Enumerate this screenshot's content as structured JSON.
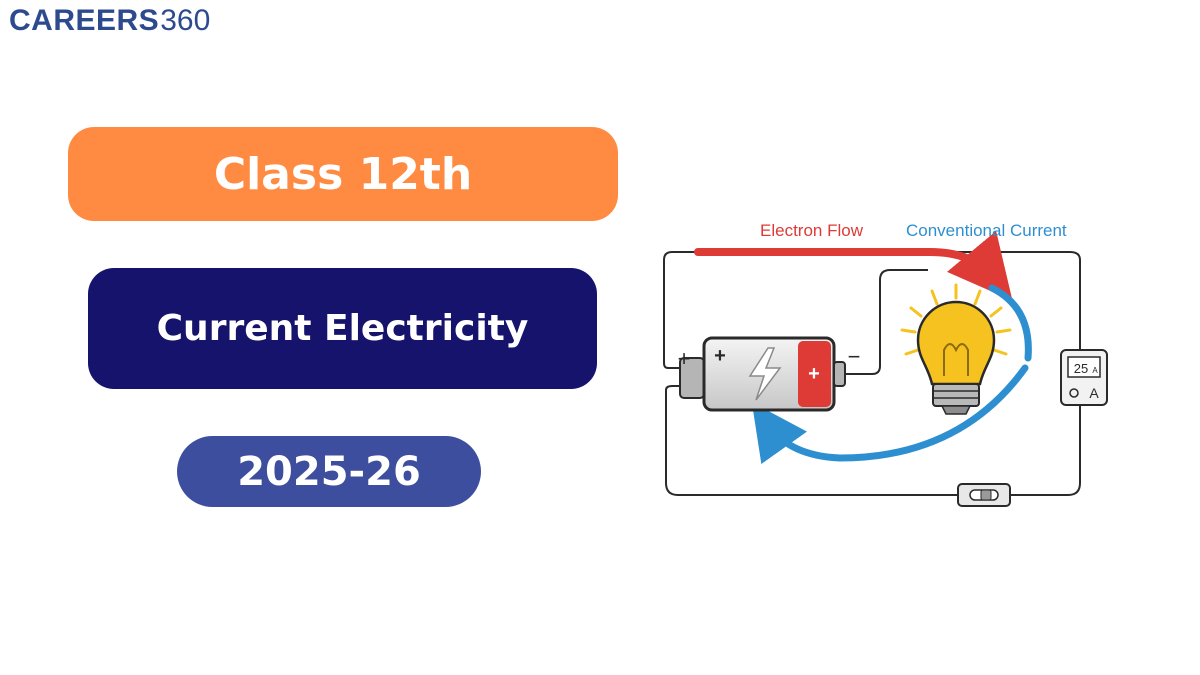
{
  "header": {
    "brand": "CAREERS",
    "brand_number": "360"
  },
  "banner": {
    "class_label": "Class 12th",
    "topic": "Current Electricity",
    "session": "2025-26"
  },
  "diagram": {
    "electron_flow_label": "Electron Flow",
    "conventional_current_label": "Conventional Current",
    "battery_terminal_positive_outer": "+",
    "battery_terminal_positive_inner": "+",
    "battery_terminal_negative": "−",
    "battery_cap_sign": "+",
    "ammeter_reading": "25",
    "ammeter_reading_unit": "A",
    "ammeter_unit": "A"
  },
  "colors": {
    "brand_blue": "#2e4a8f",
    "class_pill": "#ff8b42",
    "topic_pill": "#15136b",
    "year_pill": "#3d4e9e",
    "electron_red": "#de3a36",
    "current_blue": "#2e8fd0",
    "wire": "#2a2a2a",
    "bulb_yellow": "#f6c21f"
  },
  "icons": {
    "battery": "battery-icon",
    "bulb": "light-bulb-icon",
    "ammeter": "ammeter-icon",
    "switch": "switch-icon",
    "lightning": "lightning-bolt-icon"
  }
}
